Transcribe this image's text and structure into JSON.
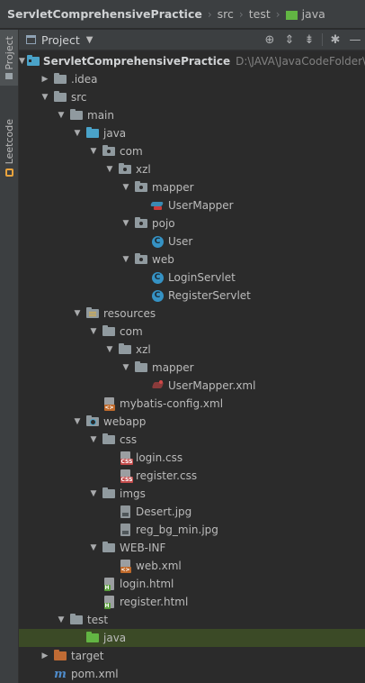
{
  "breadcrumb": {
    "project": "ServletComprehensivePractice",
    "items": [
      "src",
      "test",
      "java"
    ]
  },
  "side_tabs": {
    "project": "Project",
    "leetcode": "Leetcode"
  },
  "toolwindow": {
    "title": "Project",
    "icons": [
      "locate-icon",
      "expand-all-icon",
      "collapse-all-icon",
      "gear-icon",
      "hide-icon"
    ]
  },
  "tree": [
    {
      "label": "ServletComprehensivePractice",
      "hint": "D:\\JAVA\\JavaCodeFolder\\",
      "depth": 0,
      "expanded": true,
      "icon": "module-folder-icon",
      "bold": true
    },
    {
      "label": ".idea",
      "depth": 1,
      "expanded": false,
      "icon": "folder-icon"
    },
    {
      "label": "src",
      "depth": 1,
      "expanded": true,
      "icon": "folder-icon"
    },
    {
      "label": "main",
      "depth": 2,
      "expanded": true,
      "icon": "folder-icon"
    },
    {
      "label": "java",
      "depth": 3,
      "expanded": true,
      "icon": "source-folder-icon"
    },
    {
      "label": "com",
      "depth": 4,
      "expanded": true,
      "icon": "package-icon"
    },
    {
      "label": "xzl",
      "depth": 5,
      "expanded": true,
      "icon": "package-icon"
    },
    {
      "label": "mapper",
      "depth": 6,
      "expanded": true,
      "icon": "package-icon"
    },
    {
      "label": "UserMapper",
      "depth": 7,
      "icon": "mapper-interface-icon"
    },
    {
      "label": "pojo",
      "depth": 6,
      "expanded": true,
      "icon": "package-icon"
    },
    {
      "label": "User",
      "depth": 7,
      "icon": "class-icon"
    },
    {
      "label": "web",
      "depth": 6,
      "expanded": true,
      "icon": "package-icon"
    },
    {
      "label": "LoginServlet",
      "depth": 7,
      "icon": "class-icon"
    },
    {
      "label": "RegisterServlet",
      "depth": 7,
      "icon": "class-icon"
    },
    {
      "label": "resources",
      "depth": 3,
      "expanded": true,
      "icon": "resources-folder-icon"
    },
    {
      "label": "com",
      "depth": 4,
      "expanded": true,
      "icon": "folder-icon"
    },
    {
      "label": "xzl",
      "depth": 5,
      "expanded": true,
      "icon": "folder-icon"
    },
    {
      "label": "mapper",
      "depth": 6,
      "expanded": true,
      "icon": "folder-icon"
    },
    {
      "label": "UserMapper.xml",
      "depth": 7,
      "icon": "mybatis-xml-icon"
    },
    {
      "label": "mybatis-config.xml",
      "depth": 4,
      "icon": "xml-file-icon"
    },
    {
      "label": "webapp",
      "depth": 3,
      "expanded": true,
      "icon": "web-folder-icon"
    },
    {
      "label": "css",
      "depth": 4,
      "expanded": true,
      "icon": "folder-icon"
    },
    {
      "label": "login.css",
      "depth": 5,
      "icon": "css-file-icon"
    },
    {
      "label": "register.css",
      "depth": 5,
      "icon": "css-file-icon"
    },
    {
      "label": "imgs",
      "depth": 4,
      "expanded": true,
      "icon": "folder-icon"
    },
    {
      "label": "Desert.jpg",
      "depth": 5,
      "icon": "image-file-icon"
    },
    {
      "label": "reg_bg_min.jpg",
      "depth": 5,
      "icon": "image-file-icon"
    },
    {
      "label": "WEB-INF",
      "depth": 4,
      "expanded": true,
      "icon": "folder-icon"
    },
    {
      "label": "web.xml",
      "depth": 5,
      "icon": "web-xml-icon"
    },
    {
      "label": "login.html",
      "depth": 4,
      "icon": "html-file-icon"
    },
    {
      "label": "register.html",
      "depth": 4,
      "icon": "html-file-icon"
    },
    {
      "label": "test",
      "depth": 2,
      "expanded": true,
      "icon": "folder-icon"
    },
    {
      "label": "java",
      "depth": 3,
      "icon": "test-source-folder-icon",
      "selected": true
    },
    {
      "label": "target",
      "depth": 1,
      "expanded": false,
      "icon": "excluded-folder-icon"
    },
    {
      "label": "pom.xml",
      "depth": 1,
      "icon": "maven-icon"
    }
  ],
  "colors": {
    "background": "#2b2b2b",
    "panel": "#3c3f41",
    "selection": "#3b4a26",
    "source_folder": "#4aa3c9",
    "test_folder": "#62b543",
    "excluded_folder": "#c06b34",
    "class_icon": "#3592c4",
    "text": "#bbbbbb"
  }
}
